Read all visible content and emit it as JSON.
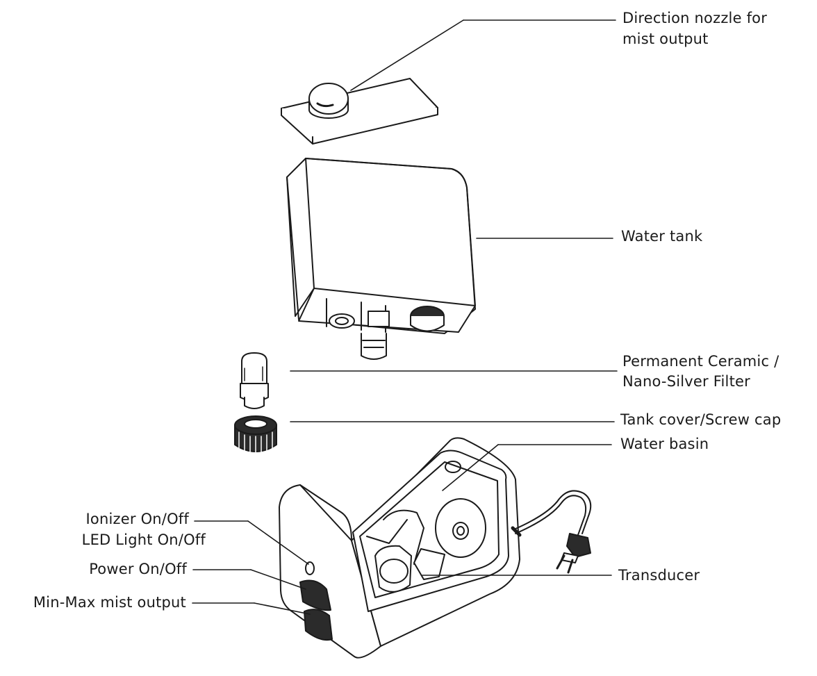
{
  "labels": {
    "nozzle_line1": "Direction nozzle for",
    "nozzle_line2": "mist output",
    "water_tank": "Water tank",
    "filter_line1": "Permanent Ceramic /",
    "filter_line2": "Nano-Silver Filter",
    "tank_cover": "Tank cover/Screw cap",
    "water_basin": "Water basin",
    "transducer": "Transducer",
    "ionizer_line1": "Ionizer On/Off",
    "ionizer_line2": "LED Light On/Off",
    "power": "Power On/Off",
    "mist_output": "Min-Max mist output"
  },
  "colors": {
    "line": "#1a1a1a",
    "fill": "#ffffff",
    "shade": "#d9d9d9",
    "dark": "#2b2b2b"
  }
}
